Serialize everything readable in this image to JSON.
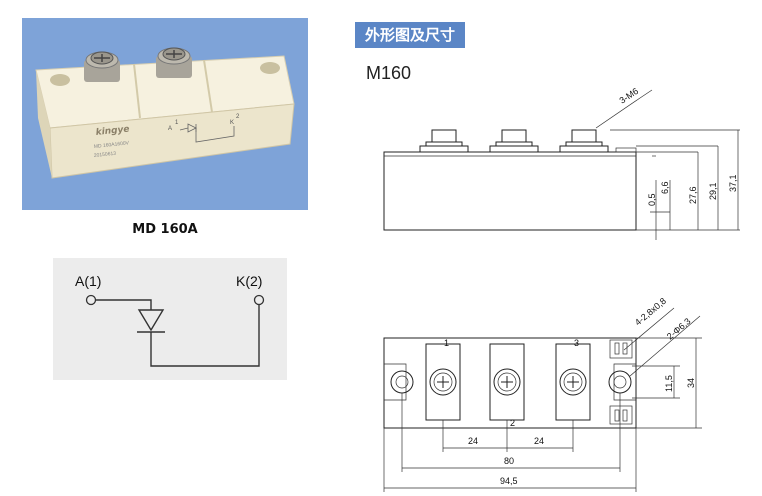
{
  "photo": {
    "caption": "MD 160A",
    "brand": "kingye",
    "label_a": "A",
    "label_a_num": "1",
    "label_k": "K",
    "label_k_num": "2",
    "print_line1": "MD 160A1600V",
    "print_line2": "20150613"
  },
  "schematic": {
    "anode_label": "A(1)",
    "cathode_label": "K(2)"
  },
  "drawing": {
    "heading": "外形图及尺寸",
    "model": "M160",
    "side": {
      "screw_callout": "3-M6",
      "dims": [
        "0,5",
        "6,6",
        "27,6",
        "29,1",
        "37,1"
      ]
    },
    "top": {
      "terminal_nums": [
        "1",
        "2",
        "3"
      ],
      "callout_holes": "4-2,8x0,8",
      "callout_mount": "2-Φ6,3",
      "dims": [
        "11,5",
        "34",
        "24",
        "24",
        "80",
        "94,5"
      ]
    }
  },
  "colors": {
    "photo_bg": "#7ea3d8",
    "module_body": "#efe9d5",
    "heading_bg": "#5b86c6",
    "schematic_bg": "#ececec"
  }
}
